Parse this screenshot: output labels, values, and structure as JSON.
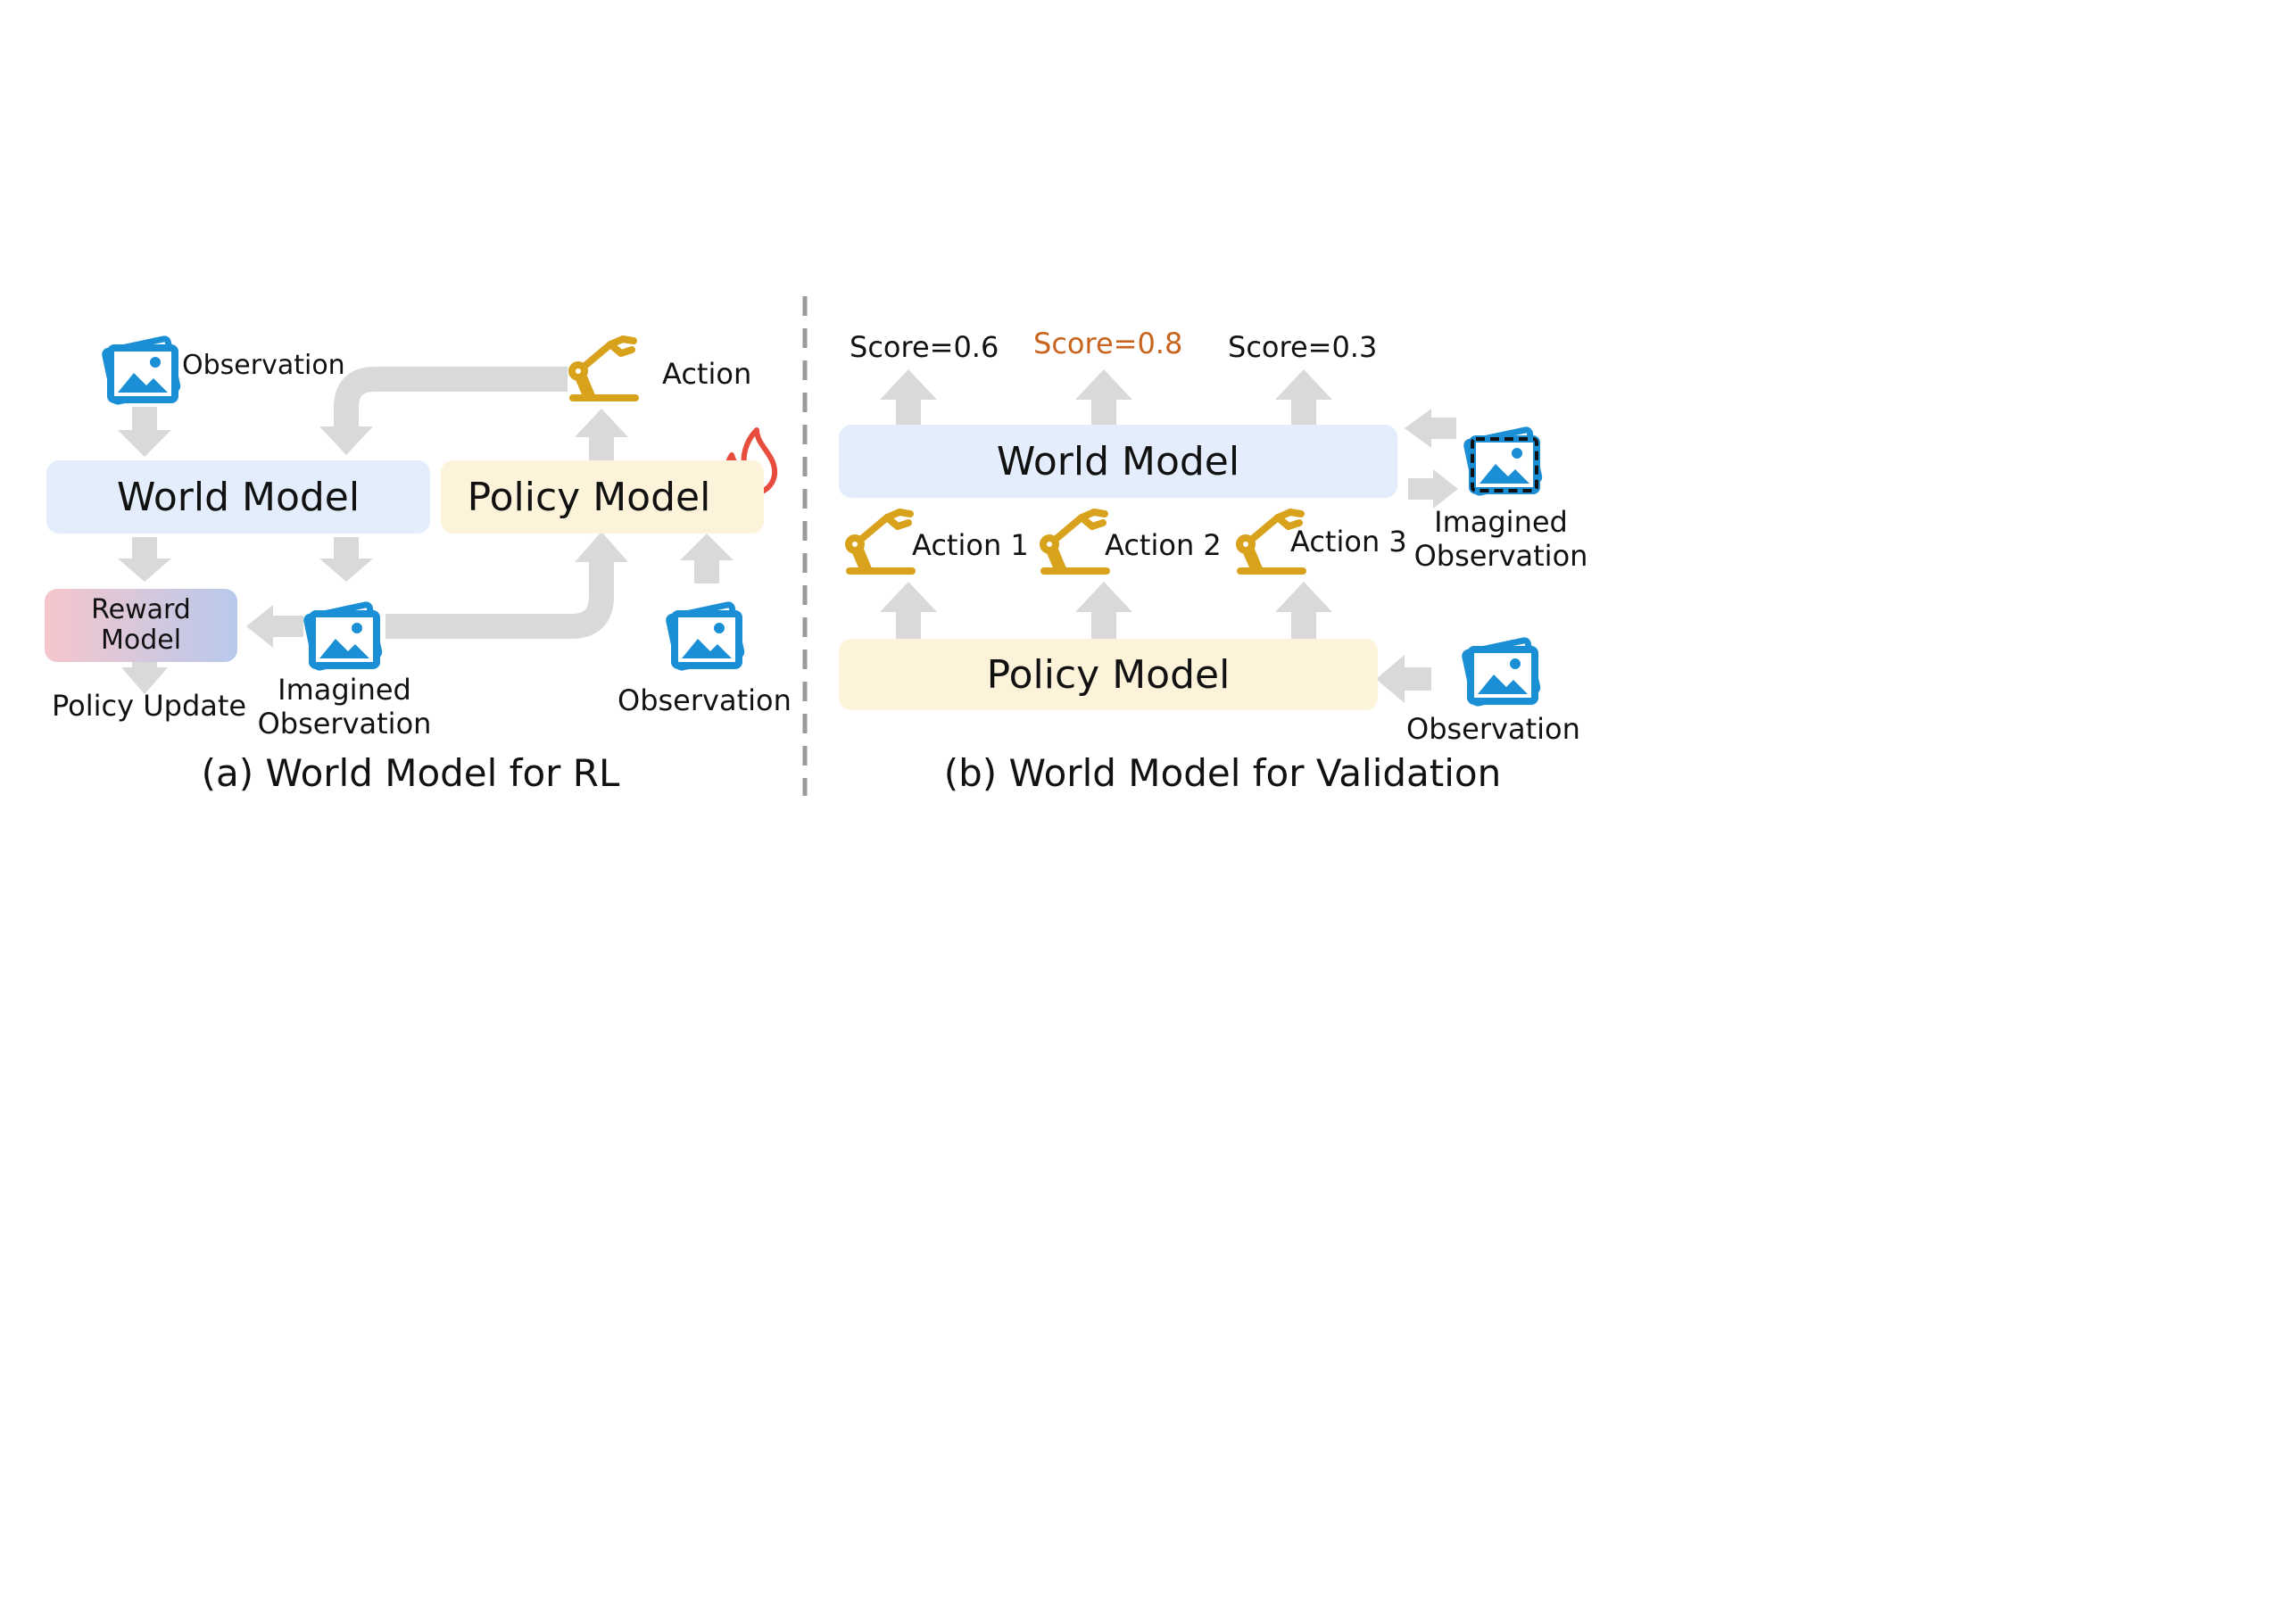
{
  "panel_a": {
    "caption": "(a) World Model for RL",
    "world_model": "World Model",
    "policy_model": "Policy Model",
    "reward_model_line1": "Reward",
    "reward_model_line2": "Model",
    "observation_top": "Observation",
    "observation_right": "Observation",
    "action": "Action",
    "imagined_line1": "Imagined",
    "imagined_line2": "Observation",
    "policy_update": "Policy Update",
    "flame_icon": "flame-icon"
  },
  "panel_b": {
    "caption": "(b) World Model for Validation",
    "world_model": "World Model",
    "policy_model": "Policy Model",
    "scores": [
      "Score=0.6",
      "Score=0.8",
      "Score=0.3"
    ],
    "actions": [
      "Action 1",
      "Action 2",
      "Action 3"
    ],
    "imagined_line1": "Imagined",
    "imagined_line2": "Observation",
    "observation": "Observation",
    "highlight_color": "#c8641e"
  },
  "colors": {
    "image_icon": "#1b8fd6",
    "robot_arm_icon": "#d9a21d",
    "arrow": "#d9d9d9",
    "divider": "#9a9a9a"
  }
}
